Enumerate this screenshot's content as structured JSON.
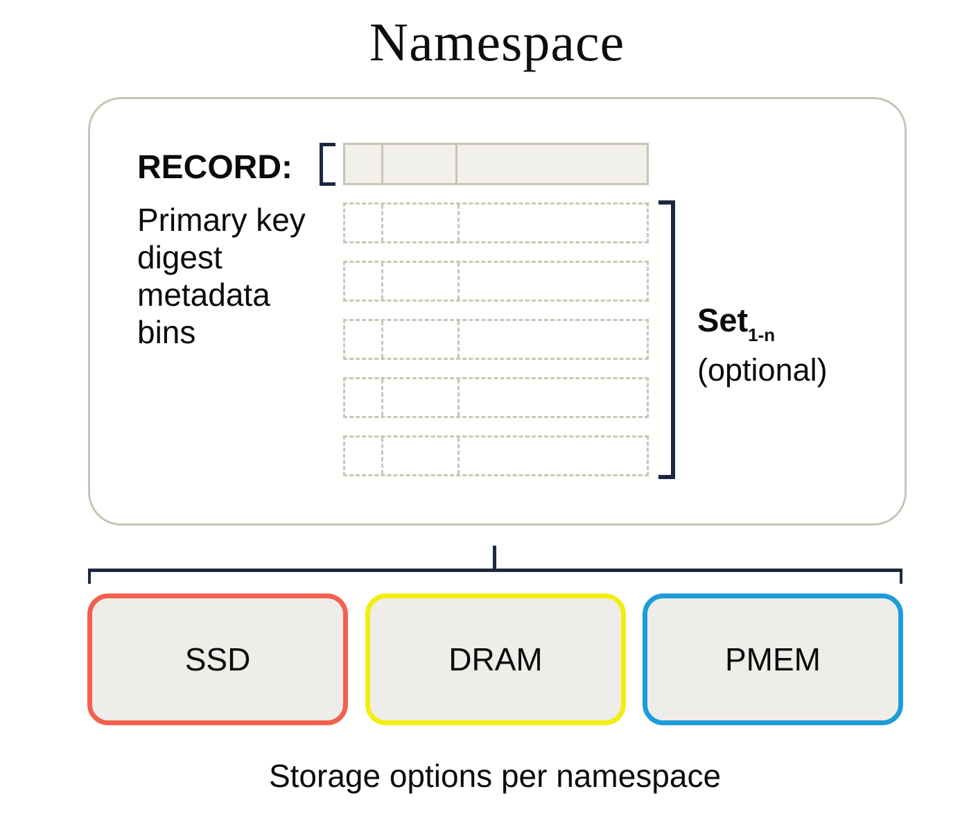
{
  "title": "Namespace",
  "record": {
    "label": "RECORD:",
    "field_lines": [
      "Primary key",
      "digest",
      "metadata",
      "bins"
    ],
    "row_count": 5
  },
  "set": {
    "label": "Set",
    "subscript": "1-n",
    "note": "(optional)"
  },
  "storage": {
    "caption": "Storage options per namespace",
    "options": [
      {
        "label": "SSD",
        "border_color": "#f3604e"
      },
      {
        "label": "DRAM",
        "border_color": "#f2ee10"
      },
      {
        "label": "PMEM",
        "border_color": "#1d9cd8"
      }
    ]
  },
  "colors": {
    "bracket_navy": "#1b2840",
    "outline_tan": "#c9c3b3",
    "record_fill": "#f2f0ea",
    "dash_tan": "#cbc5b4",
    "storage_fill": "#efede9"
  }
}
